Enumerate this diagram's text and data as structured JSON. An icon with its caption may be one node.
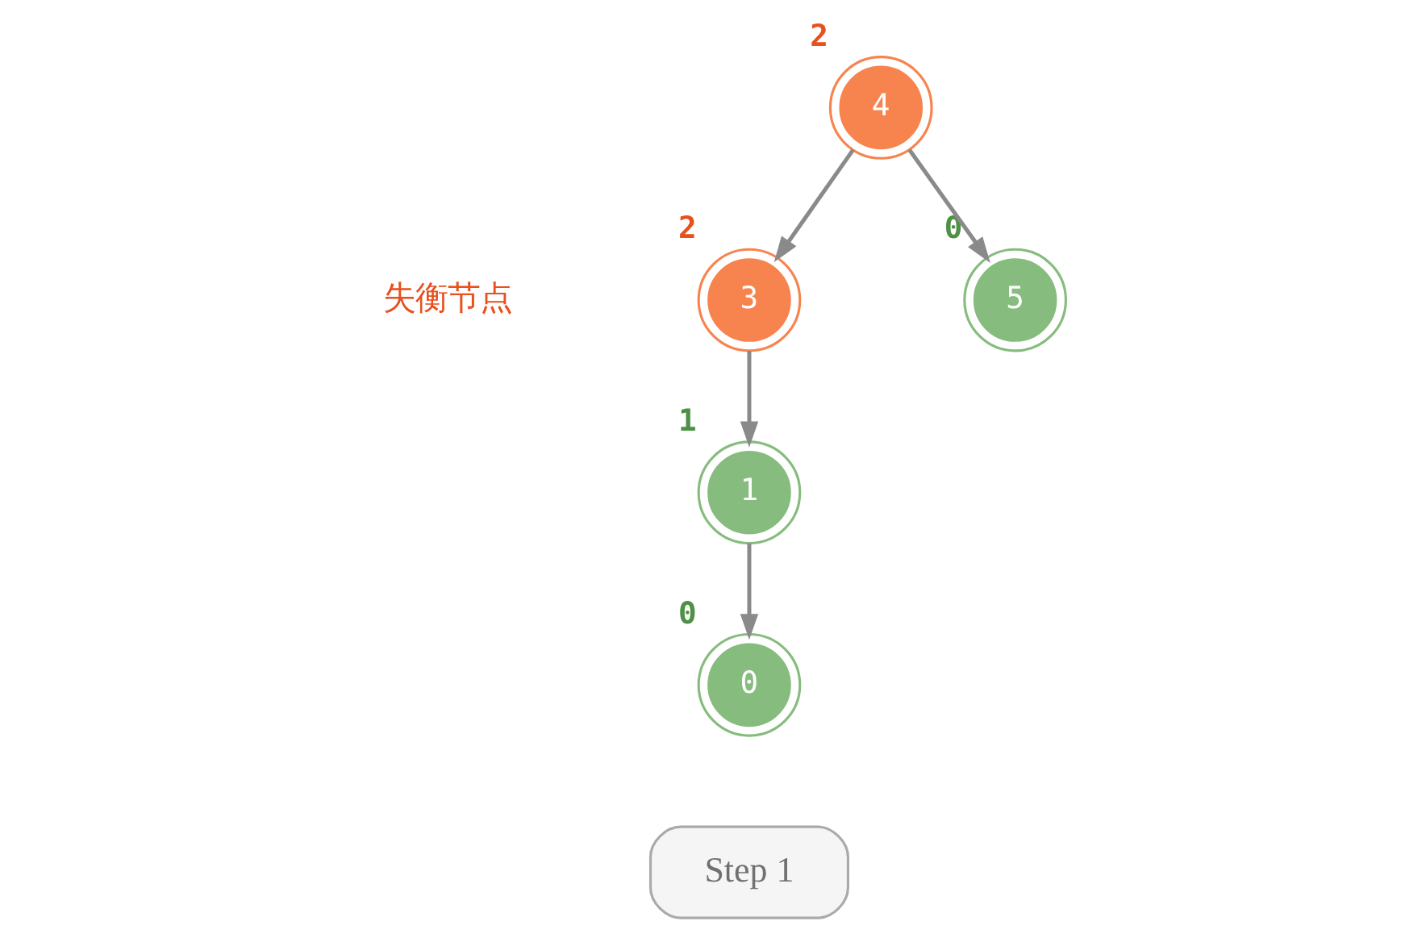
{
  "diagram": {
    "nodes": [
      {
        "text": [
          "4"
        ],
        "beside": [
          "2"
        ]
      },
      {
        "text": [
          "3"
        ],
        "beside": [
          "2"
        ]
      },
      {
        "text": [
          "5"
        ],
        "beside": [
          "0"
        ]
      },
      {
        "text": [
          "1"
        ],
        "beside": [
          "1"
        ]
      },
      {
        "text": [
          "0"
        ],
        "beside": [
          "0"
        ]
      },
      {
        "text": [
          "Step 1"
        ]
      }
    ],
    "edges": [
      {
        "from": 0,
        "to": 1,
        "arrow": "to"
      },
      {
        "from": 0,
        "to": 2,
        "arrow": "to"
      },
      {
        "from": 1,
        "to": 3,
        "arrow": "to"
      },
      {
        "from": 3,
        "to": 4,
        "arrow": "to"
      }
    ],
    "labels": [
      "失衡节点"
    ]
  }
}
